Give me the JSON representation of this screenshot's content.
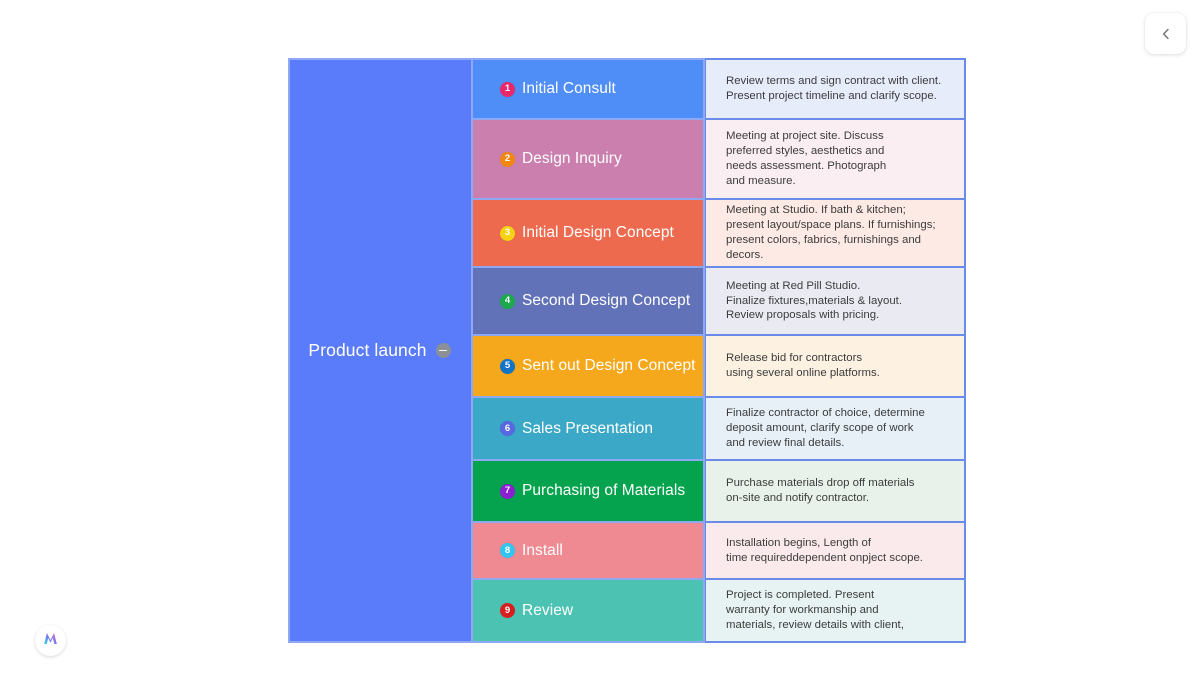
{
  "app": {
    "background_color": "#ffffff",
    "brand_logo_name": "mindmap-logo",
    "corner_button_label": "",
    "corner_button_icon": "chevron-left-icon"
  },
  "diagram": {
    "root": {
      "title": "Product launch",
      "color": "#5b7cfa",
      "collapse_icon": "minus-circle-icon"
    },
    "border_color": "#8fa8f3",
    "rows": [
      {
        "number": "1",
        "badge_color": "#e8286b",
        "label": "Initial Consult",
        "label_bg": "#4f8ef7",
        "desc_bg": "#e7ecfb",
        "description": "Review terms and sign contract with client.\nPresent project timeline and clarify scope.",
        "height": 60
      },
      {
        "number": "2",
        "badge_color": "#f08712",
        "label": "Design Inquiry",
        "label_bg": "#cb7fae",
        "desc_bg": "#fbeef3",
        "description": "Meeting at project site. Discuss\npreferred styles, aesthetics and\nneeds assessment. Photograph\nand measure.",
        "height": 80
      },
      {
        "number": "3",
        "badge_color": "#f5d211",
        "label": "Initial Design Concept",
        "label_bg": "#ed6a4f",
        "desc_bg": "#fdeae5",
        "description": "Meeting at Studio. If bath & kitchen;\npresent layout/space plans. If furnishings;\npresent colors, fabrics, furnishings and decors.",
        "height": 68
      },
      {
        "number": "4",
        "badge_color": "#1ba94c",
        "label": "Second Design Concept",
        "label_bg": "#6272b8",
        "desc_bg": "#eaeaf3",
        "description": "Meeting at Red Pill Studio.\nFinalize fixtures,materials & layout.\nReview proposals with pricing.",
        "height": 68
      },
      {
        "number": "5",
        "badge_color": "#1073c6",
        "label": "Sent out Design Concept",
        "label_bg": "#f5a81c",
        "desc_bg": "#fdf2e2",
        "description": "Release bid for contractors\nusing several online platforms.",
        "height": 62
      },
      {
        "number": "6",
        "badge_color": "#5868e0",
        "label": "Sales Presentation",
        "label_bg": "#3aa8c6",
        "desc_bg": "#e7f0f7",
        "description": "Finalize contractor of choice, determine\ndeposit amount, clarify scope of work\nand review final details.",
        "height": 63
      },
      {
        "number": "7",
        "badge_color": "#8a1fd4",
        "label": "Purchasing of Materials",
        "label_bg": "#06a34e",
        "desc_bg": "#e8f2ea",
        "description": "Purchase materials drop off materials\non-site and notify contractor.",
        "height": 62
      },
      {
        "number": "8",
        "badge_color": "#33c5ef",
        "label": "Install",
        "label_bg": "#f08a92",
        "desc_bg": "#fbeaec",
        "description": "Installation begins, Length of\ntime requireddependent onpject scope.",
        "height": 57
      },
      {
        "number": "9",
        "badge_color": "#d81f1f",
        "label": "Review",
        "label_bg": "#4cc3b2",
        "desc_bg": "#e7f3f2",
        "description": "Project is completed. Present\nwarranty for workmanship and\nmaterials, review details with client,",
        "height": 65
      }
    ]
  }
}
